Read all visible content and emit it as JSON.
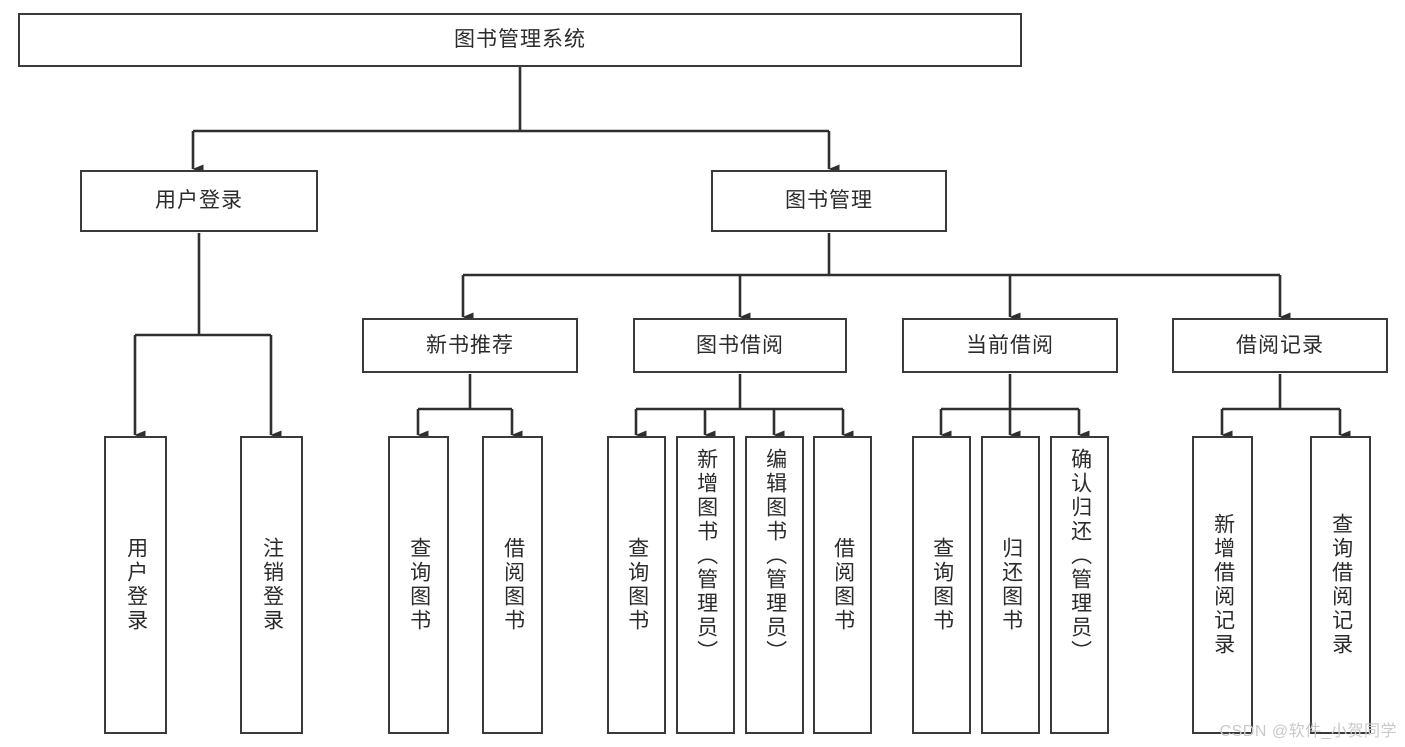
{
  "diagram": {
    "type": "tree-hierarchy-flowchart",
    "root": {
      "label": "图书管理系统"
    },
    "level2": [
      {
        "label": "用户登录"
      },
      {
        "label": "图书管理"
      }
    ],
    "level3": [
      {
        "label": "新书推荐"
      },
      {
        "label": "图书借阅"
      },
      {
        "label": "当前借阅"
      },
      {
        "label": "借阅记录"
      }
    ],
    "leaves": {
      "user_login": [
        {
          "label": "用户登录"
        },
        {
          "label": "注销登录"
        }
      ],
      "new_book": [
        {
          "label": "查询图书"
        },
        {
          "label": "借阅图书"
        }
      ],
      "borrow_book": [
        {
          "label": "查询图书"
        },
        {
          "label": "新增图书（管理员）"
        },
        {
          "label": "编辑图书（管理员）"
        },
        {
          "label": "借阅图书"
        }
      ],
      "current_borrow": [
        {
          "label": "查询图书"
        },
        {
          "label": "归还图书"
        },
        {
          "label": "确认归还（管理员）"
        }
      ],
      "borrow_record": [
        {
          "label": "新增借阅记录"
        },
        {
          "label": "查询借阅记录"
        }
      ]
    }
  },
  "watermark": {
    "text": "CSDN @软件_小贺同学"
  },
  "colors": {
    "box_border": "#3a3a3a",
    "box_fill": "#ffffff",
    "line": "#2f2f2f",
    "text": "#2b2b2b",
    "watermark": "#c9c9c9",
    "background": "#ffffff"
  }
}
